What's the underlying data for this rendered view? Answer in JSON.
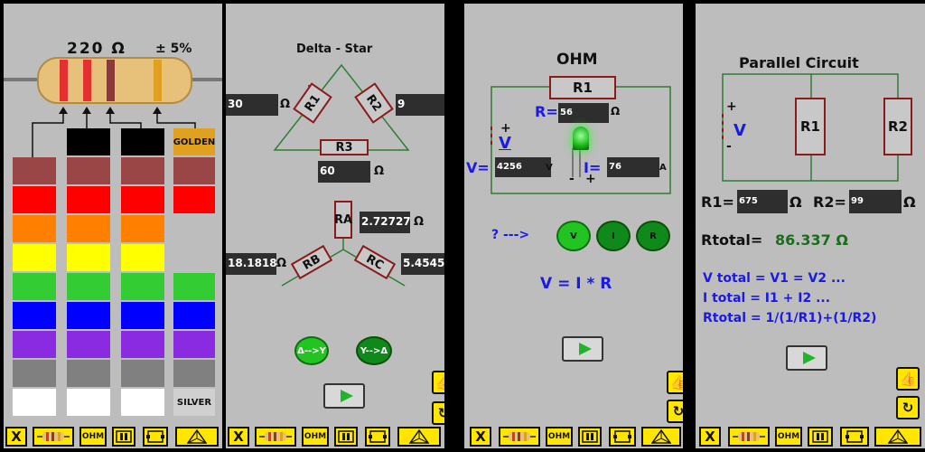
{
  "screen1": {
    "resistance": "220 Ω",
    "tolerance": "± 5%",
    "gold_label": "GOLDEN",
    "silver_label": "SILVER",
    "band_colors": [
      "#e53030",
      "#e53030",
      "#8b3a3a",
      "#e0a020"
    ],
    "palette": [
      "#000000",
      "#9a4646",
      "#ff0000",
      "#ff8000",
      "#ffff00",
      "#33cc33",
      "#0000ff",
      "#8a2be2",
      "#808080",
      "#ffffff"
    ]
  },
  "screen2": {
    "title": "Delta - Star",
    "r1_label": "R1",
    "r2_label": "R2",
    "r3_label": "R3",
    "r1_value": "30",
    "r2_value": "9",
    "r3_value": "60",
    "ra_label": "RA",
    "rb_label": "RB",
    "rc_label": "RC",
    "ra_value": "2.72727",
    "rb_value": "18.1818",
    "rc_value": "5.4545",
    "unit": "Ω",
    "btn_delta_star": "Δ-->Y",
    "btn_star_delta": "Y-->Δ"
  },
  "screen3": {
    "title": "OHM",
    "r_label": "R1",
    "r_prefix": "R=",
    "r_value": "56",
    "r_unit": "Ω",
    "v_prefix": "V=",
    "v_value": "4256",
    "v_unit": "V",
    "i_prefix": "I=",
    "i_value": "76",
    "i_unit": "A",
    "v_symbol": "V",
    "plus": "+",
    "minus": "-",
    "question": "? --->",
    "btn_v": "V",
    "btn_i": "I",
    "btn_r": "R",
    "formula": "V = I * R"
  },
  "screen4": {
    "title": "Parallel Circuit",
    "r1_label": "R1",
    "r2_label": "R2",
    "v_symbol": "V",
    "plus": "+",
    "minus": "-",
    "r1_prefix": "R1=",
    "r1_value": "675",
    "r2_prefix": "R2=",
    "r2_value": "99",
    "unit": "Ω",
    "rtotal_prefix": "Rtotal=",
    "rtotal_value": "86.337 Ω",
    "line1": "V total = V1 = V2 ...",
    "line2": "I total = I1 + I2 ...",
    "line3": "Rtotal = 1/(1/R1)+(1/R2)"
  },
  "navbar": {
    "close": "X",
    "ohm": "OHM"
  }
}
